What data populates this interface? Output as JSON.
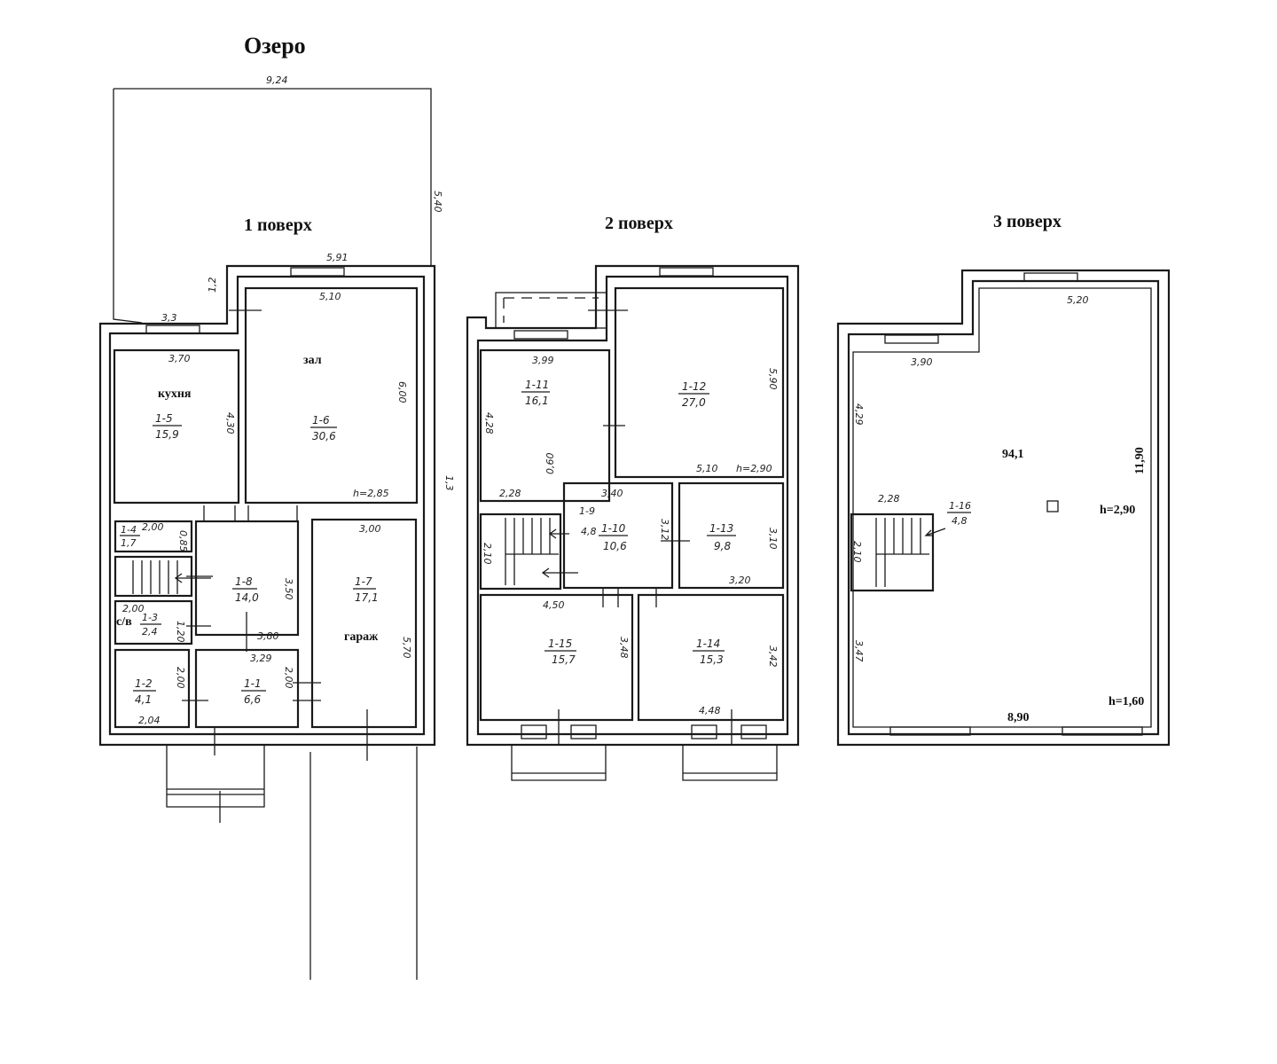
{
  "lake": "Озеро",
  "terrace": {
    "width": "9,24",
    "depth": "5,40",
    "top": "5,91",
    "left": "3,3",
    "small": "1,2"
  },
  "floor1": {
    "title": "1 поверх",
    "living": {
      "name": "зал",
      "id": "1-6",
      "area": "30,6",
      "w": "5,10",
      "h": "6,00",
      "note": "h=2,85"
    },
    "kitchen": {
      "name": "кухня",
      "id": "1-5",
      "area": "15,9",
      "w": "3,70",
      "h": "4,30"
    },
    "garage": {
      "name": "гараж",
      "id": "1-7",
      "area": "17,1",
      "w": "3,00",
      "h": "5,70"
    },
    "hall": {
      "id": "1-8",
      "area": "14,0",
      "h": "3,50",
      "w": "3,80"
    },
    "r4": {
      "id": "1-4",
      "area": "1,7",
      "w": "2,00",
      "h": "0,85"
    },
    "wc": {
      "name": "с/в",
      "id": "1-3",
      "area": "2,4",
      "w": "2,00",
      "h": "1,20"
    },
    "r2": {
      "id": "1-2",
      "area": "4,1",
      "h": "2,00",
      "w": "2,04"
    },
    "r1": {
      "id": "1-1",
      "area": "6,6",
      "w": "3,29",
      "h": "2,00"
    }
  },
  "floor2": {
    "title": "2 поверх",
    "side": "1,3",
    "r11": {
      "id": "1-11",
      "area": "16,1",
      "w": "3,99",
      "h": "4,28",
      "b": "2,28",
      "s": "0,60"
    },
    "r12": {
      "id": "1-12",
      "area": "27,0",
      "h": "5,90",
      "w": "5,10",
      "note": "h=2,90"
    },
    "r9": {
      "id": "1-9",
      "area": "4,8",
      "h": "2,10"
    },
    "r10": {
      "id": "1-10",
      "area": "10,6",
      "w": "3,40",
      "h": "3,12"
    },
    "r13": {
      "id": "1-13",
      "area": "9,8",
      "h": "3,10",
      "w": "3,20"
    },
    "r15": {
      "id": "1-15",
      "area": "15,7",
      "w": "4,50",
      "h": "3,48"
    },
    "r14": {
      "id": "1-14",
      "area": "15,3",
      "h": "3,42",
      "w": "4,48"
    }
  },
  "floor3": {
    "title": "3 поверх",
    "area": "94,1",
    "top": "5,20",
    "w": "3,90",
    "left1": "4,29",
    "right": "11,90",
    "h1": "h=2,90",
    "stairs": {
      "id": "1-16",
      "area": "4,8",
      "w": "2,28",
      "h": "2,10"
    },
    "left2": "3,47",
    "h2": "h=1,60",
    "bottom": "8,90"
  }
}
